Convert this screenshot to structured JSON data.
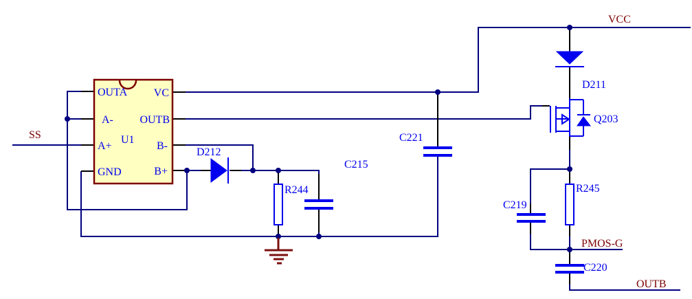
{
  "palette": {
    "background": "#ffffff",
    "wire": "#000080",
    "component": "#0000ee",
    "pin": "#000000",
    "port_label": "#7b0101",
    "ic_fill": "#ffffc2",
    "ic_border": "#7b0101",
    "ground": "#7b1010"
  },
  "ports": {
    "vcc": "VCC",
    "ss": "SS",
    "pmos_g": "PMOS-G",
    "outb": "OUTB"
  },
  "ic": {
    "refdes": "U1",
    "pins_left": [
      "OUTA",
      "A-",
      "A+",
      "GND"
    ],
    "pins_right": [
      "VC",
      "OUTB",
      "B-",
      "B+"
    ]
  },
  "components": {
    "d211": "D211",
    "d212": "D212",
    "q203": "Q203",
    "r244": "R244",
    "r245": "R245",
    "c215": "C215",
    "c219": "C219",
    "c220": "C220",
    "c221": "C221"
  }
}
